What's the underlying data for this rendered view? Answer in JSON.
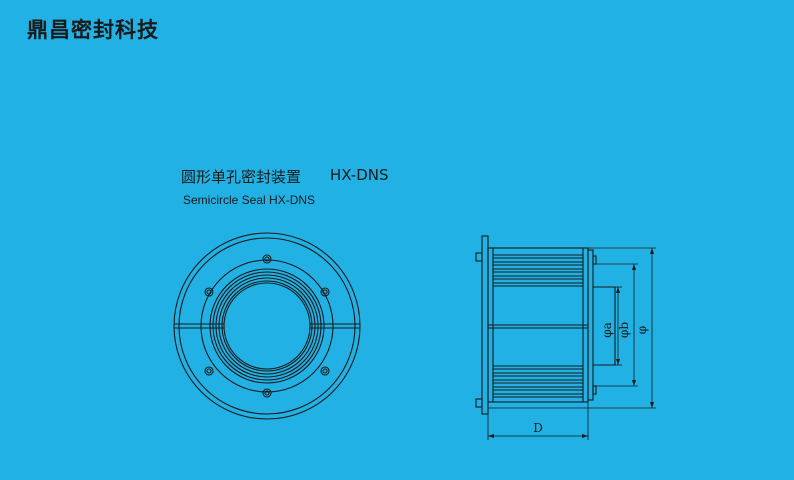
{
  "brand": {
    "name": "鼎昌密封科技"
  },
  "product": {
    "name_cn": "圆形单孔密封装置",
    "model": "HX-DNS",
    "name_en": "Semicircle Seal  HX-DNS"
  },
  "dimensions": {
    "phi_a": "φa",
    "phi_b": "φb",
    "phi": "φ",
    "depth": "D"
  }
}
